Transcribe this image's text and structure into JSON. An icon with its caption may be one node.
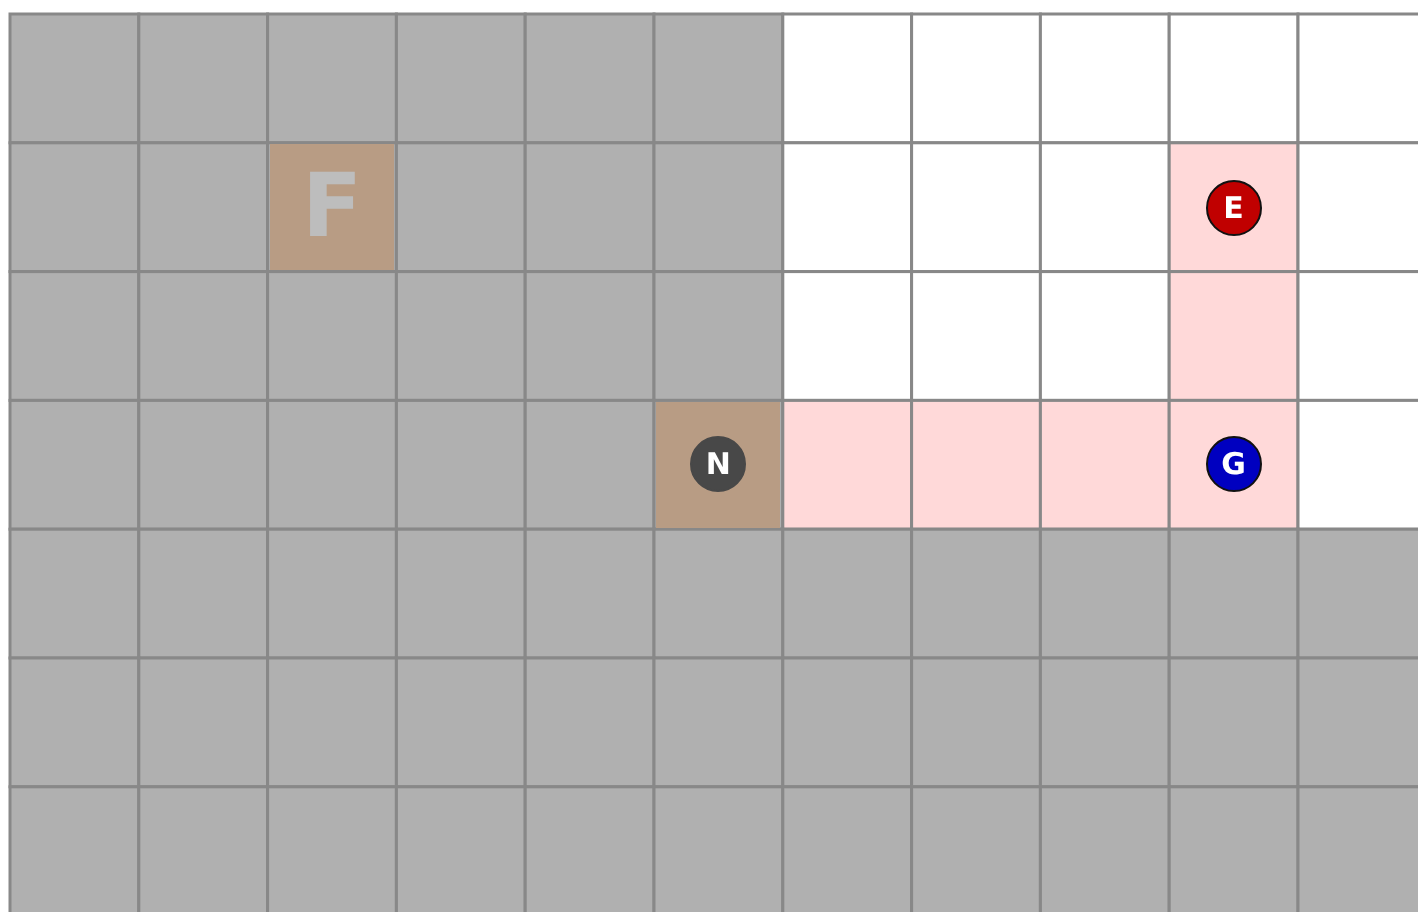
{
  "diagram": {
    "nodes": [
      {
        "text": [
          "F"
        ]
      },
      {
        "text": [
          "E"
        ]
      },
      {
        "text": [],
        "shape": "box"
      },
      {
        "text": [
          "N"
        ],
        "in": 2
      },
      {
        "text": [
          "G"
        ]
      }
    ]
  }
}
